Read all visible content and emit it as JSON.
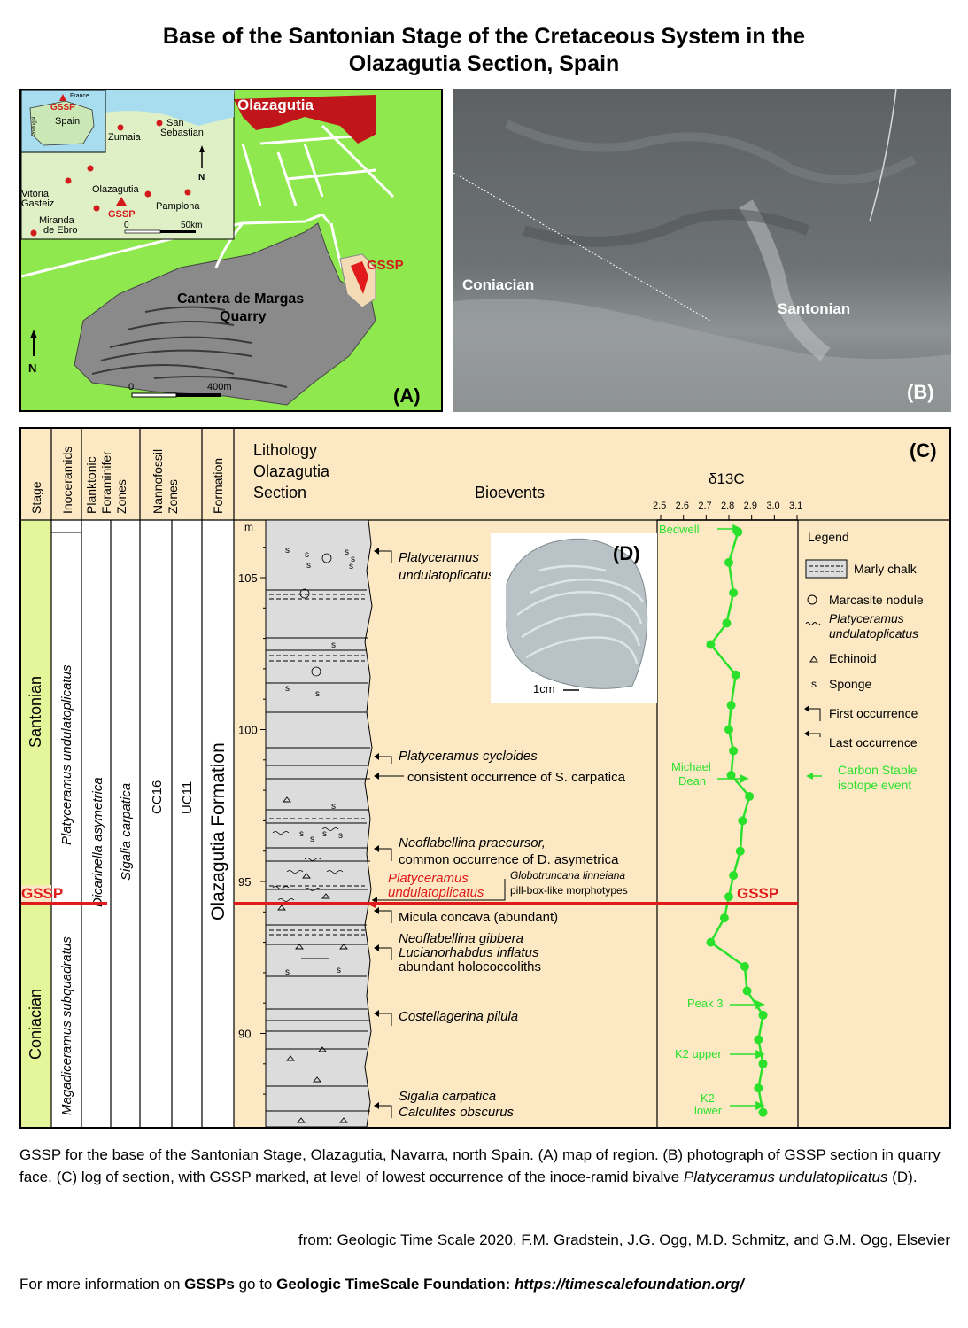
{
  "title": {
    "line1": "Base of the Santonian Stage of the Cretaceous System in the",
    "line2": "Olazagutia Section, Spain"
  },
  "map": {
    "panel_label": "(A)",
    "town": "Olazagutia",
    "quarry_line1": "Cantera de Margas",
    "quarry_line2": "Quarry",
    "gssp": "GSSP",
    "north": "N",
    "scale_start": "0",
    "scale_end": "400m",
    "inset": {
      "gssp": "GSSP",
      "france": "France",
      "spain": "Spain",
      "portugal": "Portugal",
      "cities": [
        "Zumaia",
        "San",
        "Sebastian",
        "Vitoria",
        "Gasteiz",
        "Olazagutia",
        "Pamplona",
        "Miranda",
        "de Ebro"
      ],
      "gssp_site": "GSSP",
      "north": "N",
      "scale_start": "0",
      "scale_end": "50km"
    }
  },
  "photo": {
    "panel_label": "(B)",
    "left_label": "Coniacian",
    "right_label": "Santonian"
  },
  "log": {
    "panel_label": "(C)",
    "headers": {
      "stage": "Stage",
      "inoceramids": "Inoceramids",
      "foram_1": "Planktonic",
      "foram_2": "Foraminifer",
      "foram_3": "Zones",
      "nanno_1": "Nannofossil",
      "nanno_2": "Zones",
      "formation": "Formation",
      "lith_1": "Lithology",
      "lith_2": "Olazagutia",
      "lith_3": "Section",
      "bioevents": "Bioevents",
      "carbon": "δ13C"
    },
    "stages": {
      "upper": "Santonian",
      "lower": "Coniacian"
    },
    "inoceramid_zones": {
      "upper": "Platyceramus undulatoplicatus",
      "lower": "Magadiceramus subquadratus"
    },
    "foram_zones": [
      "Dicarinella asymetrica",
      "Sigalia carpatica"
    ],
    "nanno_zones": [
      "CC16",
      "UC11"
    ],
    "formation": "Olazagutia Formation",
    "depth_unit": "m",
    "depth_ticks": [
      "105",
      "100",
      "95",
      "90"
    ],
    "gssp_label": "GSSP",
    "bioevents": [
      {
        "text": "Platyceramus",
        "italic": true
      },
      {
        "text": "undulatoplicatus",
        "italic": true
      },
      {
        "text": "Platyceramus cycloides",
        "italic": true
      },
      {
        "text": "consistent occurrence of S. carpatica",
        "italic": false
      },
      {
        "text": "Neoflabellina praecursor,",
        "italic": true
      },
      {
        "text": "common occurrence of D. asymetrica",
        "italic": false
      },
      {
        "text": "Globotruncana linneiana",
        "italic": true
      },
      {
        "text": "pill-box-like morphotypes",
        "italic": false
      },
      {
        "text": "Platyceramus",
        "italic": true
      },
      {
        "text": "undulatoplicatus",
        "italic": true
      },
      {
        "text": "Micula concava (abundant)",
        "italic": false
      },
      {
        "text": "Neoflabellina gibbera",
        "italic": true
      },
      {
        "text": "Lucianorhabdus inflatus",
        "italic": true
      },
      {
        "text": "abundant holococcoliths",
        "italic": false
      },
      {
        "text": "Costellagerina pilula",
        "italic": true
      },
      {
        "text": "Sigalia carpatica",
        "italic": true
      },
      {
        "text": "Calculites obscurus",
        "italic": true
      }
    ],
    "fossil_photo": {
      "label": "(D)",
      "scale": "1cm"
    },
    "carbon_axis_ticks": [
      "2.5",
      "2.6",
      "2.7",
      "2.8",
      "2.9",
      "3.0",
      "3.1"
    ],
    "carbon_events": [
      "Bedwell",
      "Michael",
      "Dean",
      "GSSP",
      "Peak 3",
      "K2 upper",
      "K2",
      "lower"
    ],
    "legend": {
      "title": "Legend",
      "items": [
        "Marly chalk",
        "Marcasite nodule",
        "Platyceramus",
        "undulatoplicatus",
        "Echinoid",
        "Sponge",
        "First occurrence",
        "Last occurrence",
        "Carbon Stable",
        "isotope event"
      ],
      "sponge_symbol": "s"
    }
  },
  "chart_data": {
    "type": "line",
    "x_axis": "δ13C",
    "y_axis": "depth (m)",
    "xlim": [
      2.5,
      3.1
    ],
    "ylim": [
      86.5,
      107
    ],
    "points": [
      {
        "d13c": 2.84,
        "depth": 106.5
      },
      {
        "d13c": 2.8,
        "depth": 105.5
      },
      {
        "d13c": 2.82,
        "depth": 104.5
      },
      {
        "d13c": 2.79,
        "depth": 103.5
      },
      {
        "d13c": 2.72,
        "depth": 102.8
      },
      {
        "d13c": 2.83,
        "depth": 101.8
      },
      {
        "d13c": 2.81,
        "depth": 100.8
      },
      {
        "d13c": 2.8,
        "depth": 100.0
      },
      {
        "d13c": 2.82,
        "depth": 99.3
      },
      {
        "d13c": 2.81,
        "depth": 98.5
      },
      {
        "d13c": 2.89,
        "depth": 97.8
      },
      {
        "d13c": 2.86,
        "depth": 97.0
      },
      {
        "d13c": 2.85,
        "depth": 96.0
      },
      {
        "d13c": 2.82,
        "depth": 95.2
      },
      {
        "d13c": 2.8,
        "depth": 94.5
      },
      {
        "d13c": 2.78,
        "depth": 93.8
      },
      {
        "d13c": 2.72,
        "depth": 93.0
      },
      {
        "d13c": 2.87,
        "depth": 92.2
      },
      {
        "d13c": 2.88,
        "depth": 91.4
      },
      {
        "d13c": 2.95,
        "depth": 90.6
      },
      {
        "d13c": 2.93,
        "depth": 89.8
      },
      {
        "d13c": 2.95,
        "depth": 89.0
      },
      {
        "d13c": 2.93,
        "depth": 88.2
      },
      {
        "d13c": 2.95,
        "depth": 87.4
      }
    ]
  },
  "caption": {
    "part1": "GSSP for the base of the Santonian Stage, Olazagutia, Navarra, north Spain. (A) map of region. (B) photograph of GSSP section in quarry face. (C) log of section, with GSSP marked, at level of lowest occurrence of the inoce-ramid bivalve ",
    "italic": "Platyceramus undulatoplicatus",
    "part2": " (D)."
  },
  "source": "from: Geologic Time Scale 2020, F.M. Gradstein, J.G. Ogg, M.D. Schmitz, and G.M. Ogg, Elsevier",
  "info": {
    "prefix": "For more information on ",
    "bold1": "GSSPs",
    "middle": " go to ",
    "bold2": "Geologic TimeScale Foundation:",
    "link": "https://timescalefoundation.org/"
  }
}
